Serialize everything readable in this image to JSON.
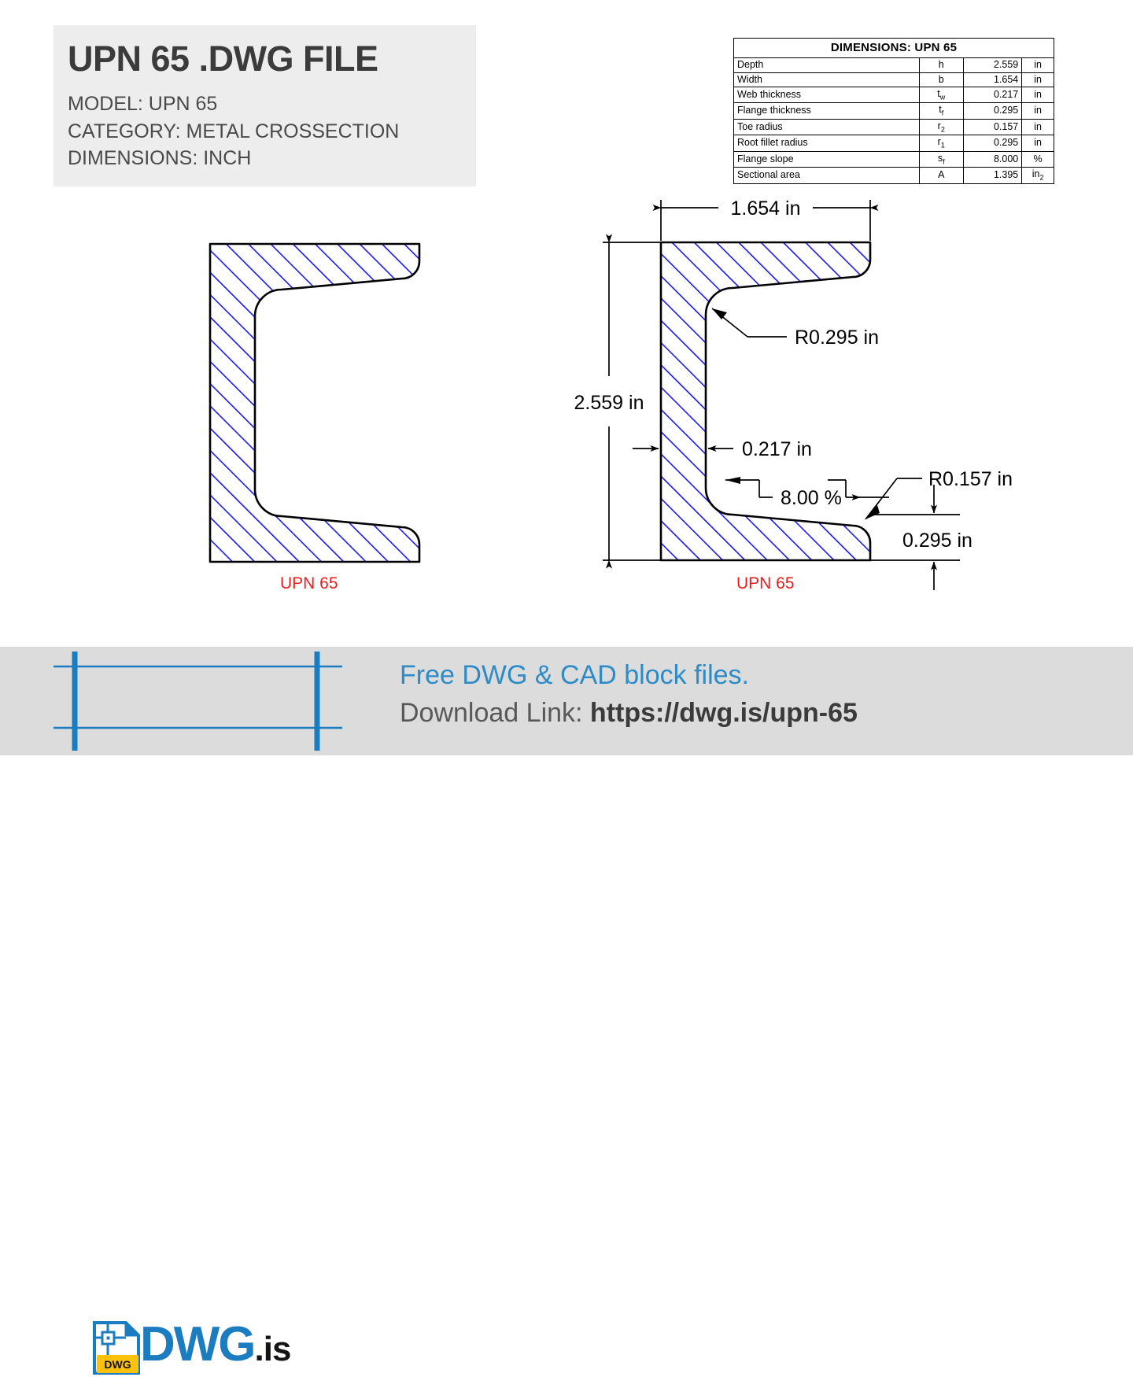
{
  "title_block": {
    "heading": "UPN 65 .DWG FILE",
    "rows": [
      "MODEL:  UPN 65",
      "CATEGORY:  METAL CROSSECTION",
      "DIMENSIONS:  INCH"
    ]
  },
  "dim_table": {
    "header": "DIMENSIONS: UPN 65",
    "rows": [
      {
        "name": "Depth",
        "symbol": "h",
        "sub": "",
        "value": "2.559",
        "unit": "in",
        "unit_sub": ""
      },
      {
        "name": "Width",
        "symbol": "b",
        "sub": "",
        "value": "1.654",
        "unit": "in",
        "unit_sub": ""
      },
      {
        "name": "Web thickness",
        "symbol": "t",
        "sub": "w",
        "value": "0.217",
        "unit": "in",
        "unit_sub": ""
      },
      {
        "name": "Flange thickness",
        "symbol": "t",
        "sub": "f",
        "value": "0.295",
        "unit": "in",
        "unit_sub": ""
      },
      {
        "name": "Toe radius",
        "symbol": "r",
        "sub": "2",
        "value": "0.157",
        "unit": "in",
        "unit_sub": ""
      },
      {
        "name": "Root fillet radius",
        "symbol": "r",
        "sub": "1",
        "value": "0.295",
        "unit": "in",
        "unit_sub": ""
      },
      {
        "name": "Flange slope",
        "symbol": "s",
        "sub": "f",
        "value": "8.000",
        "unit": "%",
        "unit_sub": ""
      },
      {
        "name": "Sectional area",
        "symbol": "A",
        "sub": "",
        "value": "1.395",
        "unit": "in",
        "unit_sub": "2"
      }
    ]
  },
  "drawings": {
    "left_label": "UPN 65",
    "right_label": "UPN 65",
    "annotations": {
      "width": "1.654 in",
      "depth": "2.559 in",
      "root_fillet": "R0.295 in",
      "web_thickness": "0.217 in",
      "flange_slope": "8.00 %",
      "toe_radius": "R0.157 in",
      "flange_thickness": "0.295 in"
    }
  },
  "footer": {
    "logo_primary": "DWG",
    "logo_suffix": ".is",
    "logo_icon_badge": "DWG",
    "tagline": "Free DWG & CAD block files.",
    "download_prefix": "Download Link: ",
    "download_url": "https://dwg.is/upn-65"
  },
  "colors": {
    "hatch_blue": "#1a1ae6",
    "outline_black": "#000000",
    "label_red": "#ee1c1c",
    "brand_blue": "#1c7cc0",
    "badge_yellow": "#fcc10a",
    "panel_gray": "#ededed",
    "footer_gray": "#dcdcdc"
  }
}
